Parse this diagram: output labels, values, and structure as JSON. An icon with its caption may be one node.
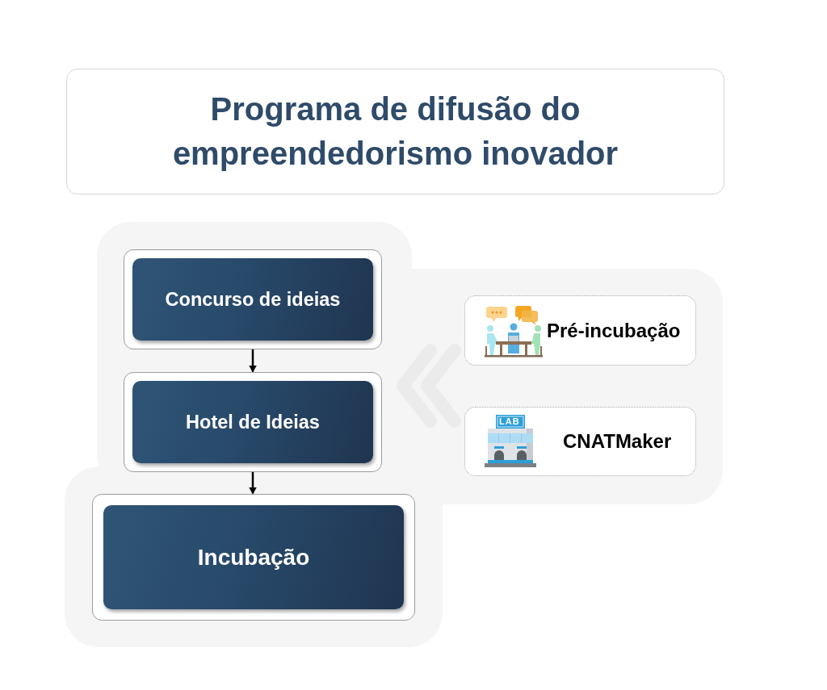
{
  "diagram": {
    "title": "Programa de difusão do empreendedorismo inovador",
    "nodes": [
      {
        "text": [
          "Concurso de ideias"
        ]
      },
      {
        "text": [
          "Hotel de Ideias"
        ]
      },
      {
        "text": [
          "Incubação"
        ]
      },
      {
        "text": [
          "Pré-incubação"
        ]
      },
      {
        "text": [
          "CNATMaker"
        ]
      }
    ],
    "edges": [
      {
        "from": 0,
        "to": 1,
        "arrow": "to"
      },
      {
        "from": 1,
        "to": 2,
        "arrow": "to"
      },
      {
        "from": 3,
        "to": 1,
        "arrow": "to",
        "style": "thick",
        "color": "#ebebeb"
      },
      {
        "from": 4,
        "to": 1,
        "arrow": "to",
        "style": "thick",
        "color": "#ebebeb"
      }
    ],
    "labels": [
      "LAB"
    ]
  }
}
